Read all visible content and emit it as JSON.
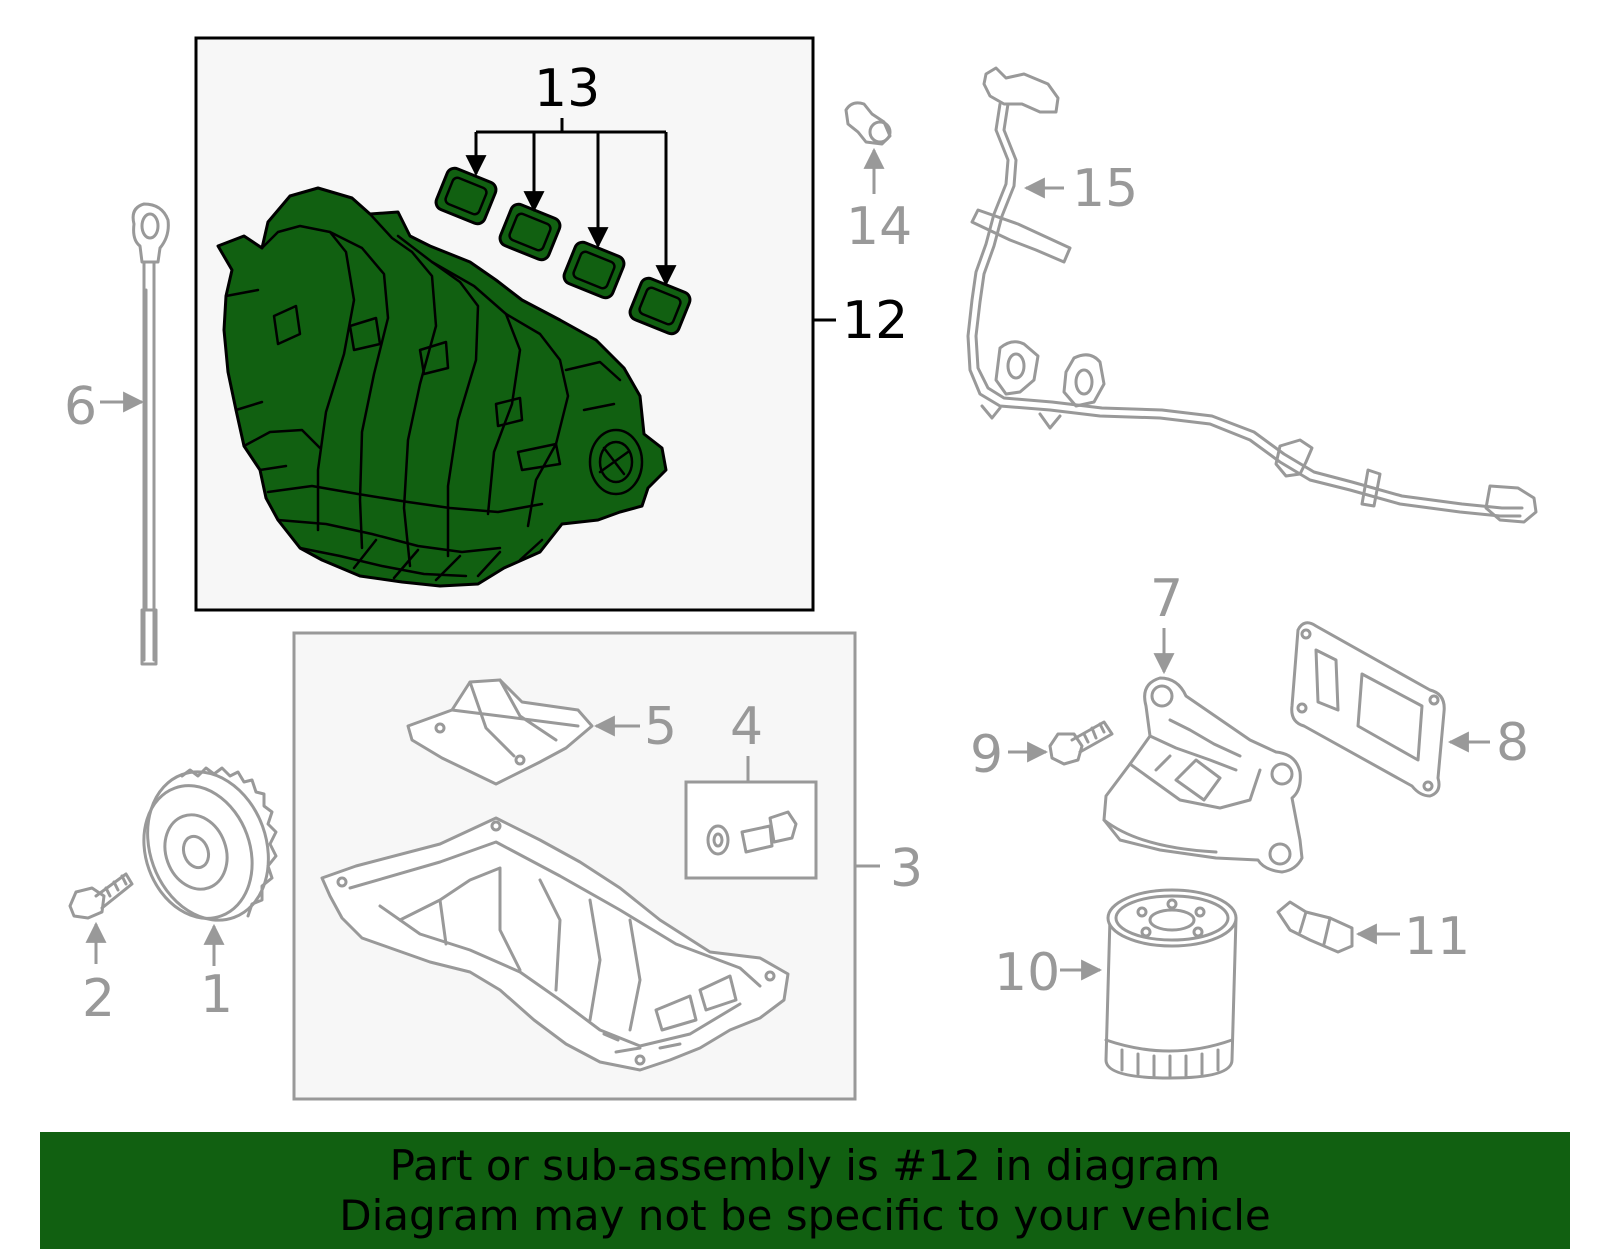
{
  "colors": {
    "highlight": "#116011",
    "part_outline": "#999999",
    "highlight_outline": "#000000",
    "banner_bg": "#116011"
  },
  "callouts": {
    "c1": "1",
    "c2": "2",
    "c3": "3",
    "c4": "4",
    "c5": "5",
    "c6": "6",
    "c7": "7",
    "c8": "8",
    "c9": "9",
    "c10": "10",
    "c11": "11",
    "c12": "12",
    "c13": "13",
    "c14": "14",
    "c15": "15"
  },
  "highlighted_callouts": [
    "12",
    "13"
  ],
  "banner": {
    "line1": "Part or sub-assembly is #12 in diagram",
    "line2": "Diagram may not be specific to your vehicle"
  }
}
